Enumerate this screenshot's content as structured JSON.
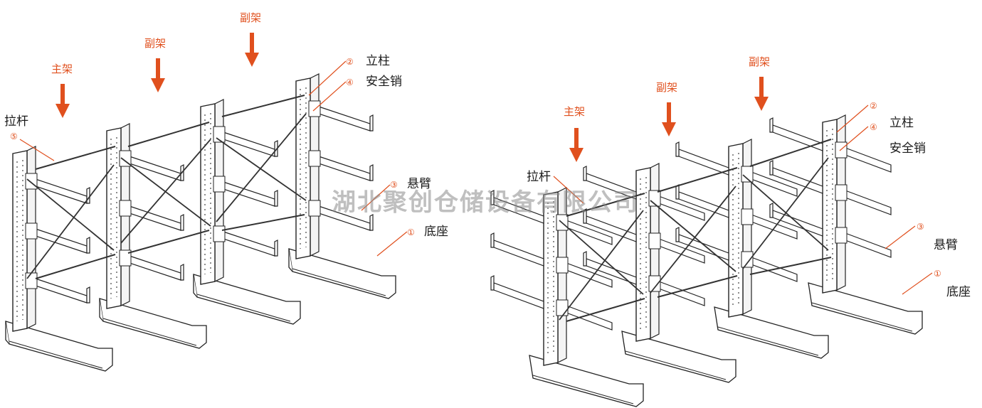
{
  "left_figure": {
    "frame_labels": [
      "主架",
      "副架",
      "副架"
    ],
    "callouts": [
      {
        "num": "②",
        "text": "立柱"
      },
      {
        "num": "④",
        "text": "安全销"
      },
      {
        "num": "③",
        "text": "悬臂"
      },
      {
        "num": "①",
        "text": "底座"
      },
      {
        "num": "⑤",
        "text": "拉杆"
      }
    ]
  },
  "right_figure": {
    "frame_labels": [
      "主架",
      "副架",
      "副架"
    ],
    "callouts": [
      {
        "num": "②",
        "text": "立柱"
      },
      {
        "num": "④",
        "text": "安全销"
      },
      {
        "num": "③",
        "text": "悬臂"
      },
      {
        "num": "①",
        "text": "底座"
      },
      {
        "num": "",
        "text": "拉杆"
      }
    ]
  },
  "watermark": "湖北聚创仓储设备有限公司",
  "colors": {
    "accent": "#e0501e",
    "line": "#222222",
    "watermark": "#8a8a8a"
  },
  "icons": [
    "down-arrow-icon"
  ]
}
